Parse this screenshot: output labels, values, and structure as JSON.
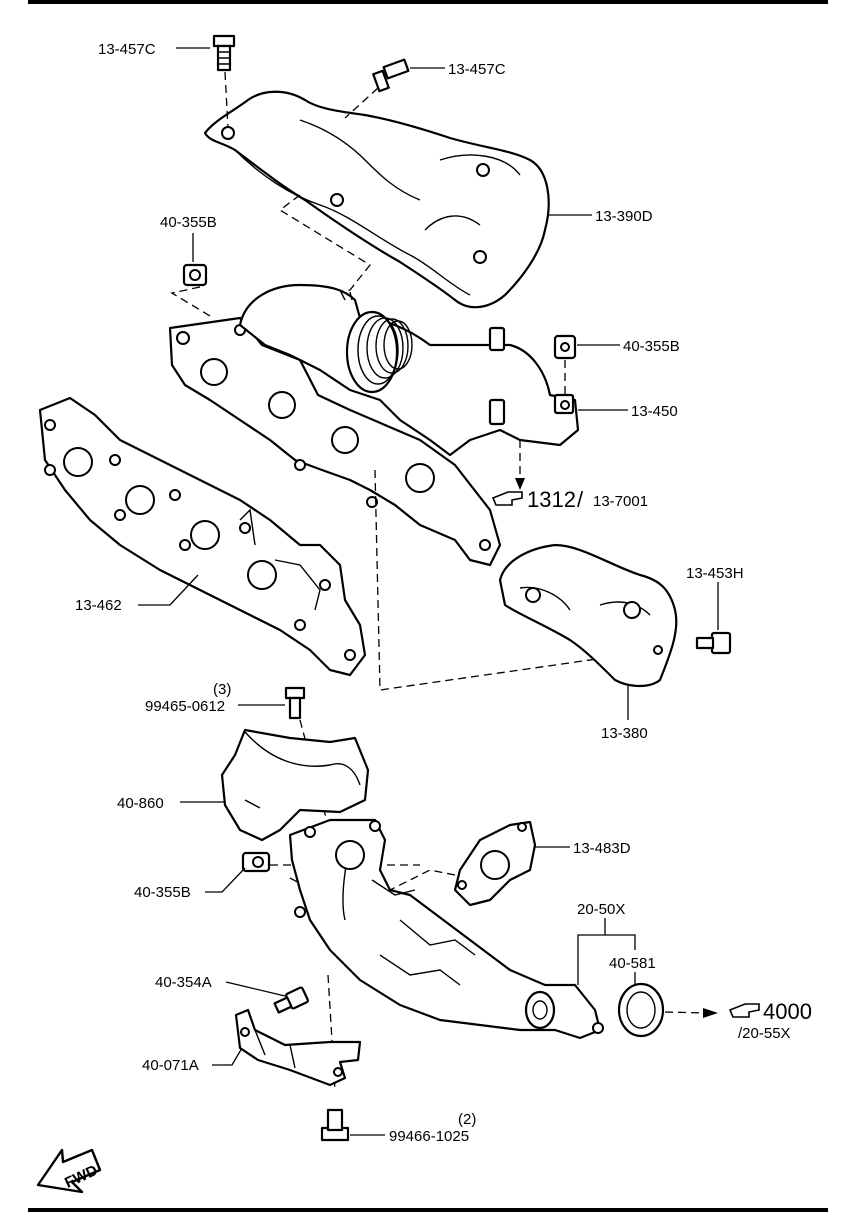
{
  "labels": {
    "bolt_top_left": "13-457C",
    "bolt_top_right": "13-457C",
    "heat_insulator_upper": "13-390D",
    "nut_left": "40-355B",
    "nut_right": "40-355B",
    "exhaust_manifold": "13-450",
    "ref_1312": "1312",
    "ref_1312_sep": "/",
    "ref_13_7001": "13-7001",
    "gasket_manifold": "13-462",
    "bolt_13_453h": "13-453H",
    "bracket_13_380": "13-380",
    "qty_3": "(3)",
    "bolt_99465": "99465-0612",
    "insulator_lower": "40-860",
    "gasket_13_483d": "13-483D",
    "nut_40_355b_lower": "40-355B",
    "assy_20_50x": "20-50X",
    "gasket_40_581": "40-581",
    "bolt_40_354a": "40-354A",
    "bracket_40_071a": "40-071A",
    "ref_4000": "4000",
    "ref_20_55x": "/20-55X",
    "qty_2": "(2)",
    "bolt_99466": "99466-1025",
    "fwd": "FWD"
  },
  "icons": {
    "reference_pointer": "pointing-hand-icon",
    "front_arrow": "fwd-arrow-icon"
  }
}
